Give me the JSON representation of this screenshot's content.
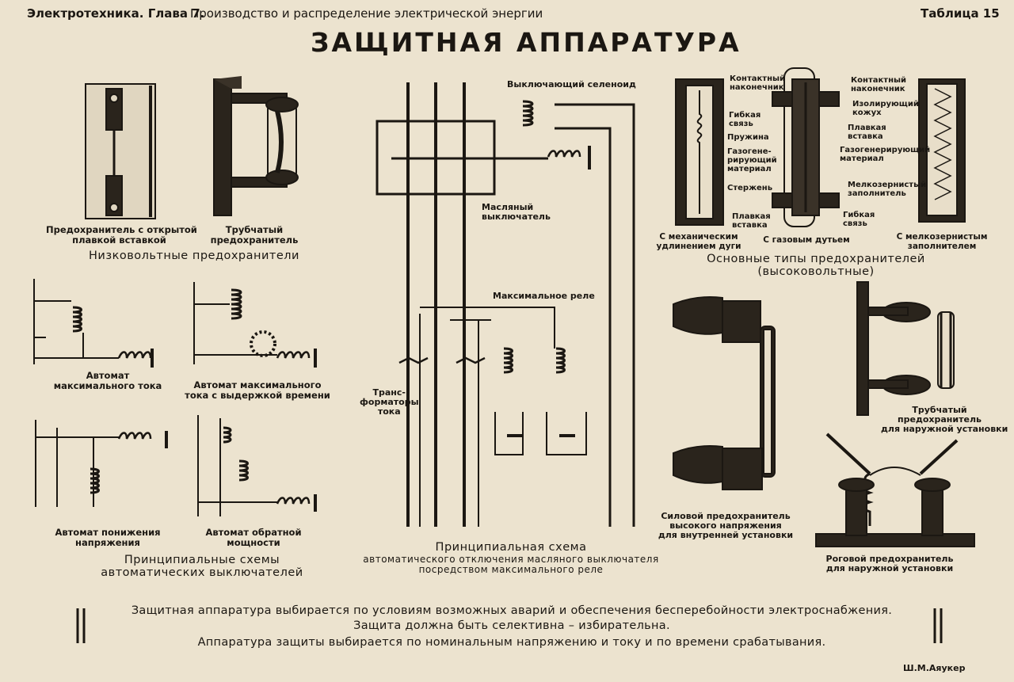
{
  "header": {
    "left": "Электротехника. Глава 7.",
    "center": "Производство и распределение электрической энергии",
    "right": "Таблица 15"
  },
  "title": "ЗАЩИТНАЯ АППАРАТУРА",
  "low_voltage": {
    "fuse_open_line1": "Предохранитель с открытой",
    "fuse_open_line2": "плавкой вставкой",
    "fuse_tube_line1": "Трубчатый",
    "fuse_tube_line2": "предохранитель",
    "section": "Низковольтные предохранители"
  },
  "automats": {
    "a1_line1": "Автомат",
    "a1_line2": "максимального тока",
    "a2_line1": "Автомат максимального",
    "a2_line2": "тока с выдержкой времени",
    "a3_line1": "Автомат понижения",
    "a3_line2": "напряжения",
    "a4_line1": "Автомат обратной",
    "a4_line2": "мощности",
    "section_line1": "Принципиальные схемы",
    "section_line2": "автоматических выключателей"
  },
  "oil_switch": {
    "solenoid": "Выключающий селеноид",
    "switch_line1": "Масляный",
    "switch_line2": "выключатель",
    "relay": "Максимальное реле",
    "ct_line1": "Транс-",
    "ct_line2": "форматоры",
    "ct_line3": "тока",
    "section_line1": "Принципиальная схема",
    "section_line2": "автоматического отключения масляного выключателя",
    "section_line3": "посредством максимального реле"
  },
  "hv_fuses": {
    "contact_tip_line1": "Контактный",
    "contact_tip_line2": "наконечник",
    "flex_link_line1": "Гибкая",
    "flex_link_line2": "связь",
    "spring": "Пружина",
    "gas_gen_line1": "Газогене-",
    "gas_gen_line2": "рирующий",
    "gas_gen_line3": "материал",
    "rod": "Стержень",
    "fuse_link_line1": "Плавкая",
    "fuse_link_line2": "вставка",
    "contact_tip2_line1": "Контактный",
    "contact_tip2_line2": "наконечник",
    "insul_line1": "Изолирующий",
    "insul_line2": "кожух",
    "fuse_link2_line1": "Плавкая",
    "fuse_link2_line2": "вставка",
    "gas_gen2_line1": "Газогенерирующий",
    "gas_gen2_line2": "материал",
    "filler_line1": "Мелкозернистый",
    "filler_line2": "заполнитель",
    "flex2_line1": "Гибкая",
    "flex2_line2": "связь",
    "type1_line1": "С механическим",
    "type1_line2": "удлинением дуги",
    "type2": "С газовым дутьем",
    "type3_line1": "С мелкозернистым",
    "type3_line2": "заполнителем",
    "section_line1": "Основные типы предохранителей",
    "section_line2": "(высоковольтные)"
  },
  "apparatus": {
    "tube_out_line1": "Трубчатый",
    "tube_out_line2": "предохранитель",
    "tube_out_line3": "для наружной установки",
    "power_line1": "Силовой предохранитель",
    "power_line2": "высокого напряжения",
    "power_line3": "для внутренней установки",
    "horn_line1": "Роговой предохранитель",
    "horn_line2": "для наружной установки"
  },
  "footer": {
    "line1": "Защитная аппаратура выбирается по условиям возможных аварий и обеспечения бесперебойности электроснабжения.",
    "line2": "Защита должна быть селективна – избирательна.",
    "line3": "Аппаратура защиты выбирается по номинальным напряжению и току и по времени срабатывания.",
    "author": "Ш.М.Аяукер"
  }
}
